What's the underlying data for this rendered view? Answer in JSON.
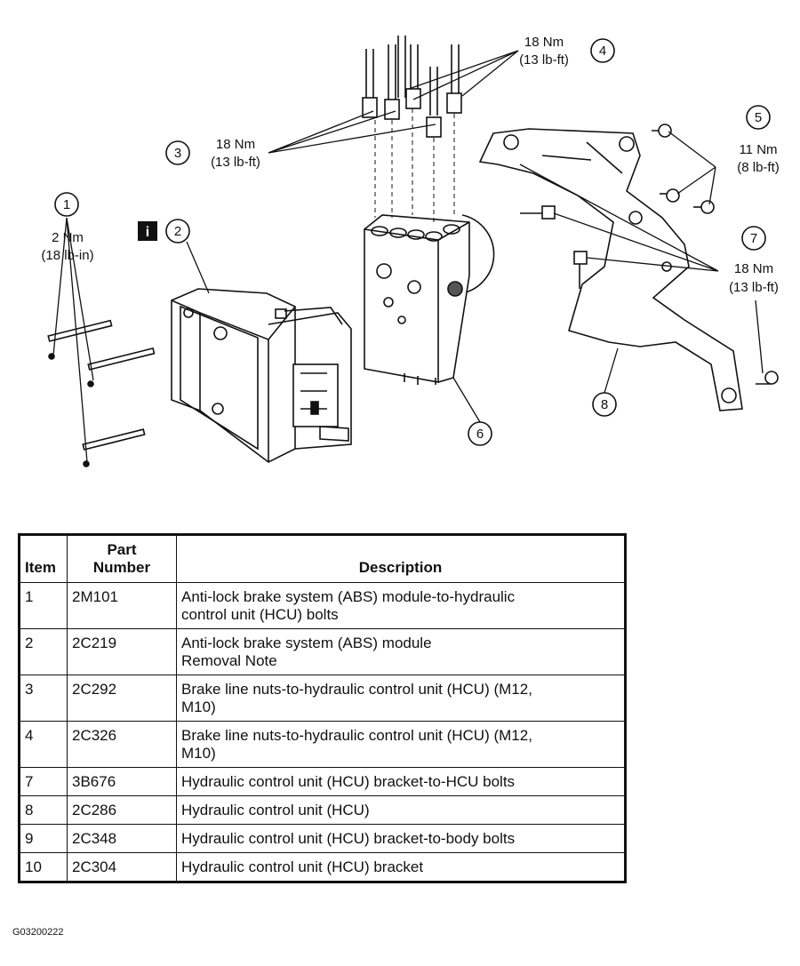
{
  "diagram": {
    "callouts": [
      {
        "id": "1",
        "label": "1",
        "torque_nm": "2 Nm",
        "torque_imperial": "(18 lb-in)"
      },
      {
        "id": "2",
        "label": "2",
        "info_icon": "i"
      },
      {
        "id": "3",
        "label": "3",
        "torque_nm": "18 Nm",
        "torque_imperial": "(13 lb-ft)"
      },
      {
        "id": "4",
        "label": "4",
        "torque_nm": "18 Nm",
        "torque_imperial": "(13 lb-ft)"
      },
      {
        "id": "5",
        "label": "5",
        "torque_nm": "11 Nm",
        "torque_imperial": "(8 lb-ft)"
      },
      {
        "id": "6",
        "label": "6"
      },
      {
        "id": "7",
        "label": "7",
        "torque_nm": "18 Nm",
        "torque_imperial": "(13 lb-ft)"
      },
      {
        "id": "8",
        "label": "8"
      }
    ]
  },
  "table": {
    "headers": {
      "item": "Item",
      "part_line1": "Part",
      "part_line2": "Number",
      "description": "Description"
    },
    "rows": [
      {
        "item": "1",
        "part": "2M101",
        "desc": [
          "Anti-lock brake system (ABS) module-to-hydraulic",
          "control unit (HCU) bolts"
        ]
      },
      {
        "item": "2",
        "part": "2C219",
        "desc": [
          "Anti-lock brake system (ABS) module",
          "Removal Note"
        ]
      },
      {
        "item": "3",
        "part": "2C292",
        "desc": [
          "Brake line nuts-to-hydraulic control unit (HCU) (M12,",
          "M10)"
        ]
      },
      {
        "item": "4",
        "part": "2C326",
        "desc": [
          "Brake line nuts-to-hydraulic control unit (HCU) (M12,",
          "M10)"
        ]
      },
      {
        "item": "7",
        "part": "3B676",
        "desc": [
          "Hydraulic control unit (HCU) bracket-to-HCU bolts"
        ]
      },
      {
        "item": "8",
        "part": "2C286",
        "desc": [
          "Hydraulic control unit (HCU)"
        ]
      },
      {
        "item": "9",
        "part": "2C348",
        "desc": [
          "Hydraulic control unit (HCU) bracket-to-body bolts"
        ]
      },
      {
        "item": "10",
        "part": "2C304",
        "desc": [
          "Hydraulic control unit (HCU) bracket"
        ]
      }
    ]
  },
  "figure_id": "G03200222"
}
